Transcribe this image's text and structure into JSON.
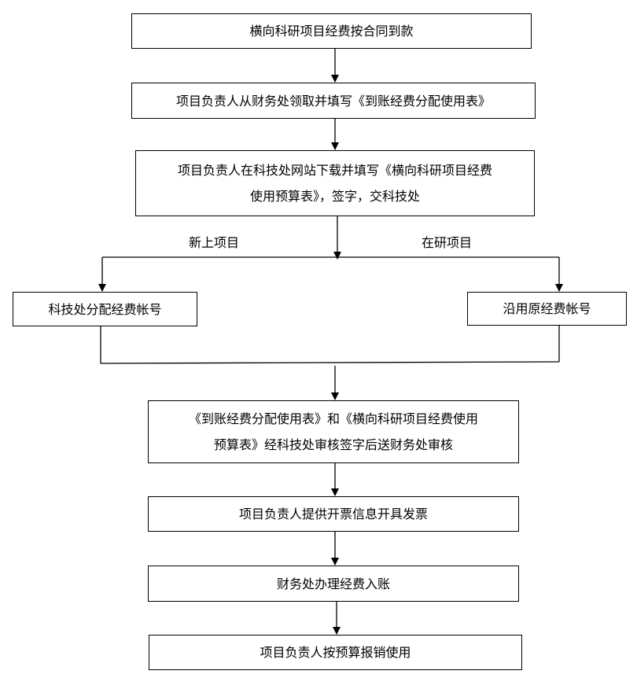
{
  "flow": {
    "step1": "横向科研项目经费按合同到款",
    "step2": "项目负责人从财务处领取并填写《到账经费分配使用表》",
    "step3_line1": "项目负责人在科技处网站下载并填写《横向科研项目经费",
    "step3_line2": "使用预算表》，签字，交科技处",
    "branch_left_label": "新上项目",
    "branch_right_label": "在研项目",
    "left_box": "科技处分配经费帐号",
    "right_box": "沿用原经费帐号",
    "step4_line1": "《到账经费分配使用表》和《横向科研项目经费使用",
    "step4_line2": "预算表》经科技处审核签字后送财务处审核",
    "step5": "项目负责人提供开票信息开具发票",
    "step6": "财务处办理经费入账",
    "step7": "项目负责人按预算报销使用"
  }
}
